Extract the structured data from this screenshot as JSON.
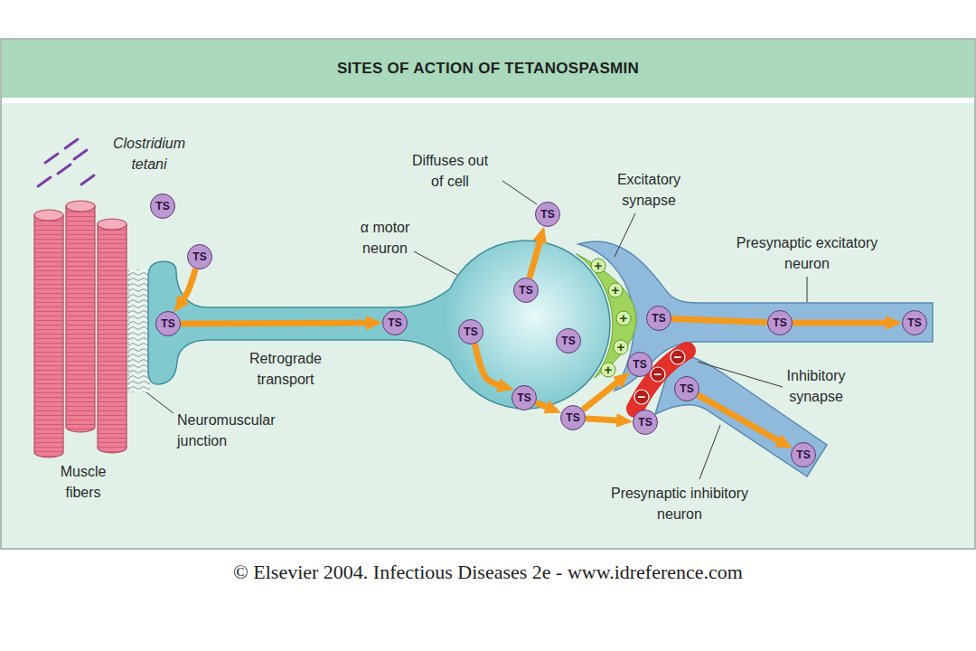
{
  "diagram": {
    "title": "SITES OF ACTION OF TETANOSPASMIN",
    "caption": "© Elsevier 2004. Infectious Diseases 2e - www.idreference.com",
    "nodes": [
      {
        "text": [
          "TS"
        ]
      },
      {
        "text": [
          "TS"
        ]
      },
      {
        "text": [
          "TS"
        ]
      },
      {
        "text": [
          "TS"
        ]
      },
      {
        "text": [
          "TS"
        ]
      },
      {
        "text": [
          "TS"
        ]
      },
      {
        "text": [
          "TS"
        ]
      },
      {
        "text": [
          "TS"
        ]
      },
      {
        "text": [
          "TS"
        ]
      },
      {
        "text": [
          "TS"
        ]
      },
      {
        "text": [
          "TS"
        ]
      },
      {
        "text": [
          "TS"
        ]
      },
      {
        "text": [
          "TS"
        ]
      },
      {
        "text": [
          "TS"
        ]
      },
      {
        "text": [
          "TS"
        ]
      },
      {
        "text": [
          "TS"
        ]
      },
      {
        "text": [
          "TS"
        ]
      }
    ],
    "edges": [
      {
        "from": 1,
        "to": 2,
        "arrow": "to"
      },
      {
        "from": 2,
        "to": 3,
        "arrow": "to"
      },
      {
        "from": 4,
        "to": 5,
        "arrow": "to"
      },
      {
        "from": 6,
        "to": 8,
        "arrow": "to"
      },
      {
        "from": 8,
        "to": 9,
        "arrow": "to"
      },
      {
        "from": 9,
        "to": 13,
        "arrow": "to"
      },
      {
        "from": 9,
        "to": 14,
        "arrow": "to"
      },
      {
        "from": 10,
        "to": 11,
        "arrow": "none"
      },
      {
        "from": 11,
        "to": 12,
        "arrow": "to"
      },
      {
        "from": 15,
        "to": 16,
        "arrow": "to"
      }
    ],
    "labels": [
      "Clostridium tetani",
      "Diffuses out of cell",
      "Excitatory synapse",
      "α motor neuron",
      "Presynaptic excitatory neuron",
      "Retrograde transport",
      "Inhibitory synapse",
      "Neuromuscular junction",
      "Muscle fibers",
      "Presynaptic inhibitory neuron",
      "+",
      "+",
      "+",
      "+",
      "+",
      "−",
      "−",
      "−"
    ]
  }
}
